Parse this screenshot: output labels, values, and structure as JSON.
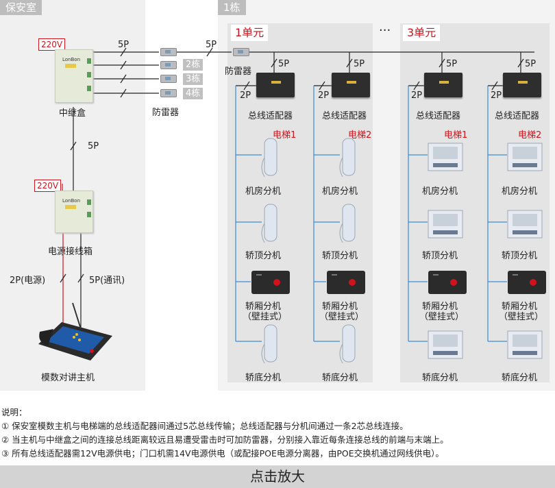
{
  "panels": {
    "guard_room": "保安室",
    "building": "1栋"
  },
  "units": {
    "unit1": "1单元",
    "ellipsis": "···",
    "unit3": "3单元"
  },
  "guard": {
    "power1": "220V",
    "power2": "220V",
    "relay_label": "中继盒",
    "arrestor_label": "防雷器",
    "psu_label": "电源接线箱",
    "host_label": "模数对讲主机",
    "wire_5p_top": "5P",
    "wire_5p_mid": "5P",
    "wire_5p_bus": "5P",
    "wire_power": "2P(电源)",
    "wire_comm": "5P(通讯)",
    "tags": [
      "2栋",
      "3栋",
      "4栋"
    ]
  },
  "building": {
    "arrestor_label": "防雷器",
    "wire_2p": "2P",
    "wire_5p": "5P",
    "adapter_label": "总线适配器",
    "columns": [
      {
        "elevator": "电梯1",
        "items": [
          "机房分机",
          "轿顶分机",
          "轿厢分机",
          "（壁挂式）",
          "轿底分机"
        ]
      },
      {
        "elevator": "电梯2",
        "items": [
          "机房分机",
          "轿顶分机",
          "轿厢分机",
          "（壁挂式）",
          "轿底分机"
        ]
      },
      {
        "elevator": "电梯1",
        "items": [
          "机房分机",
          "轿顶分机",
          "轿厢分机",
          "（壁挂式）",
          "轿底分机"
        ]
      },
      {
        "elevator": "电梯2",
        "items": [
          "机房分机",
          "轿顶分机",
          "轿厢分机",
          "（壁挂式）",
          "轿底分机"
        ]
      }
    ]
  },
  "notes": {
    "heading": "说明：",
    "items": [
      "① 保安室模数主机与电梯端的总线适配器间通过5芯总线传输；总线适配器与分机间通过一条2芯总线连接。",
      "② 当主机与中继盒之间的连接总线距离较远且易遭受雷击时可加防雷器，分别接入靠近每条连接总线的前端与末端上。",
      "③ 所有总线适配器需12V电源供电；门口机需14V电源供电（或配接POE电源分离器，由POE交换机通过网线供电）。"
    ]
  },
  "footer": {
    "zoom_button": "点击放大"
  },
  "colors": {
    "bus": "#3a8bd6",
    "power": "#d0121b",
    "accent": "#d0121b"
  }
}
